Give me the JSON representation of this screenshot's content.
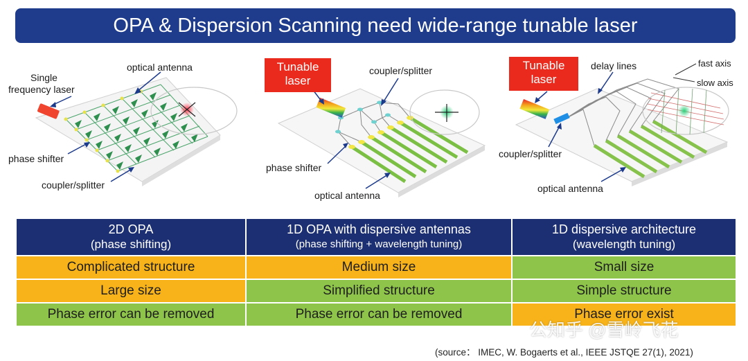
{
  "title": "OPA & Dispersion Scanning need wide-range tunable laser",
  "panel1": {
    "single_laser": "Single",
    "single_laser_2": "frequency laser",
    "optical_antenna": "optical antenna",
    "phase_shifter": "phase shifter",
    "coupler_splitter": "coupler/splitter"
  },
  "panel2": {
    "tunable_laser": "Tunable",
    "tunable_laser_2": "laser",
    "coupler_splitter": "coupler/splitter",
    "phase_shifter": "phase shifter",
    "optical_antenna": "optical antenna"
  },
  "panel3": {
    "tunable_laser": "Tunable",
    "tunable_laser_2": "laser",
    "delay_lines": "delay lines",
    "fast_axis": "fast axis",
    "slow_axis": "slow axis",
    "coupler_splitter": "coupler/splitter",
    "optical_antenna": "optical antenna"
  },
  "table": {
    "headers": [
      {
        "line1": "2D OPA",
        "line2": "(phase shifting)"
      },
      {
        "line1": "1D OPA with dispersive antennas",
        "line2": "(phase shifting + wavelength tuning)"
      },
      {
        "line1": "1D dispersive architecture",
        "line2": "(wavelength tuning)"
      }
    ],
    "rows": [
      [
        "Complicated structure",
        "Medium size",
        "Small size"
      ],
      [
        "Large size",
        "Simplified structure",
        "Simple structure"
      ],
      [
        "Phase error can be removed",
        "Phase error can be removed",
        "Phase error exist"
      ]
    ],
    "colors": {
      "orange": "#f7b319",
      "green": "#8ec44a",
      "header": "#1c2f72"
    }
  },
  "watermark": "公知乎 @雪岭飞花",
  "source": "(source： IMEC, W. Bogaerts et al., IEEE JSTQE 27(1), 2021)"
}
